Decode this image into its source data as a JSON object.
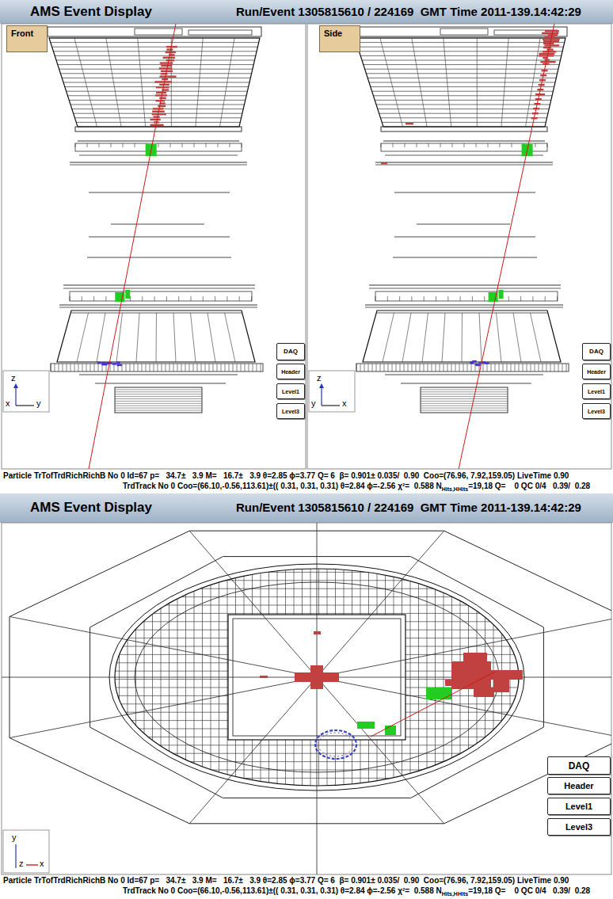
{
  "diagram": {
    "nodes": [
      {
        "text": [
          "Front"
        ]
      },
      {
        "text": [
          "Side"
        ]
      },
      {
        "text": [
          "DAQ"
        ]
      },
      {
        "text": [
          "Header"
        ]
      },
      {
        "text": [
          "Level1"
        ]
      },
      {
        "text": [
          "Level3"
        ]
      },
      {
        "text": [
          "DAQ"
        ]
      },
      {
        "text": [
          "Header"
        ]
      },
      {
        "text": [
          "Level1"
        ]
      },
      {
        "text": [
          "Level3"
        ]
      },
      {
        "text": [
          "DAQ"
        ]
      },
      {
        "text": [
          "Header"
        ]
      },
      {
        "text": [
          "Level1"
        ]
      },
      {
        "text": [
          "Level3"
        ]
      }
    ],
    "labels": [
      "AMS Event Display",
      "Run/Event 1305815610 / 224169  GMT Time 2011-139.14:42:29",
      "z",
      "x",
      "y",
      "z",
      "y",
      "x",
      "Particle TrTofTrdRichRichB No 0 Id=67 p=   34.7±   3.9 M=   16.7±   3.9 θ=2.85 ϕ=3.77 Q= 6  β= 0.901± 0.035/  0.90  Coo=(76.96, 7.92,159.05) LiveTime 0.90",
      "TrdTrack No 0 Coo=(66.10,-0.56,113.61)±(( 0.31, 0.31, 0.31) θ=2.84 ϕ=-2.56 χ²=  0.588 N",
      "Hits,HHits",
      "=19,18 Q=    0 QC 0/4   0.39/  0.28",
      "AMS Event Display",
      "Run/Event 1305815610 / 224169  GMT Time 2011-139.14:42:29",
      "y",
      "z",
      "x",
      "Particle TrTofTrdRichRichB No 0 Id=67 p=   34.7±   3.9 M=   16.7±   3.9 θ=2.85 ϕ=3.77 Q= 6  β= 0.901± 0.035/  0.90  Coo=(76.96, 7.92,159.05) LiveTime 0.90",
      "TrdTrack No 0 Coo=(66.10,-0.56,113.61)±(( 0.31, 0.31, 0.31) θ=2.84 ϕ=-2.56 χ²=  0.588 N",
      "Hits,HHits",
      "=19,18 Q=    0 QC 0/4   0.39/  0.28"
    ]
  }
}
